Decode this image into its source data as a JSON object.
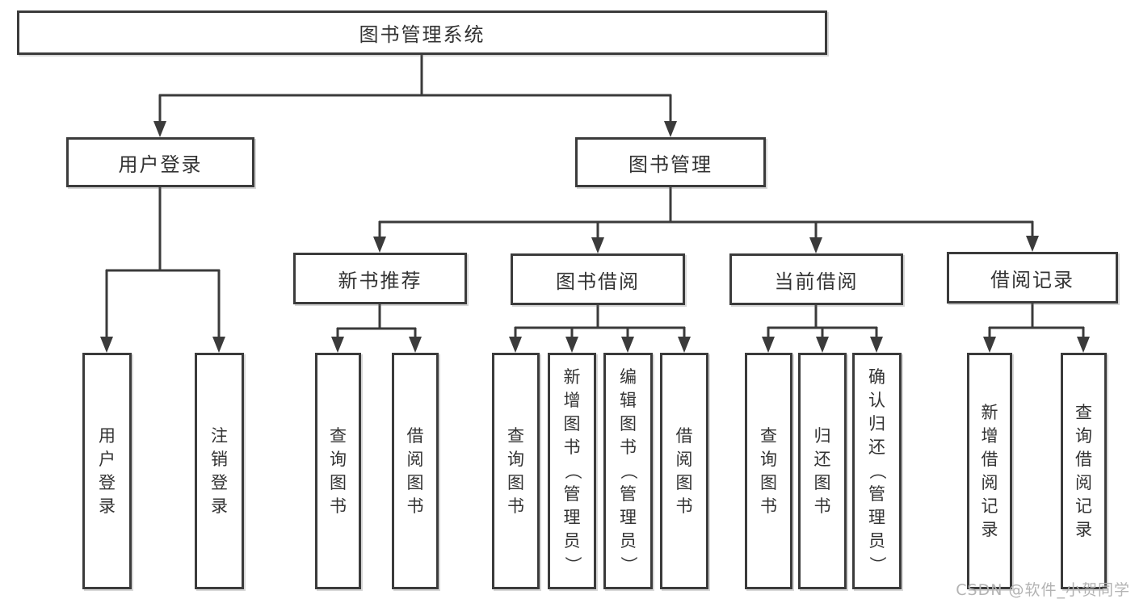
{
  "colors": {
    "line": "#3b3b3b",
    "text": "#333333",
    "watermark": "#b3b3b3",
    "background": "#ffffff"
  },
  "diagram": {
    "root": {
      "label": "图书管理系统"
    },
    "branches": [
      {
        "label": "用户登录",
        "children": [
          {
            "label": "用户登录"
          },
          {
            "label": "注销登录"
          }
        ]
      },
      {
        "label": "图书管理",
        "groups": [
          {
            "label": "新书推荐",
            "children": [
              {
                "label": "查询图书"
              },
              {
                "label": "借阅图书"
              }
            ]
          },
          {
            "label": "图书借阅",
            "children": [
              {
                "label": "查询图书"
              },
              {
                "label": "新增图书（管理员）"
              },
              {
                "label": "编辑图书（管理员）"
              },
              {
                "label": "借阅图书"
              }
            ]
          },
          {
            "label": "当前借阅",
            "children": [
              {
                "label": "查询图书"
              },
              {
                "label": "归还图书"
              },
              {
                "label": "确认归还（管理员）"
              }
            ]
          },
          {
            "label": "借阅记录",
            "children": [
              {
                "label": "新增借阅记录"
              },
              {
                "label": "查询借阅记录"
              }
            ]
          }
        ]
      }
    ]
  },
  "watermark": {
    "text": "CSDN @软件_小贺同学"
  }
}
